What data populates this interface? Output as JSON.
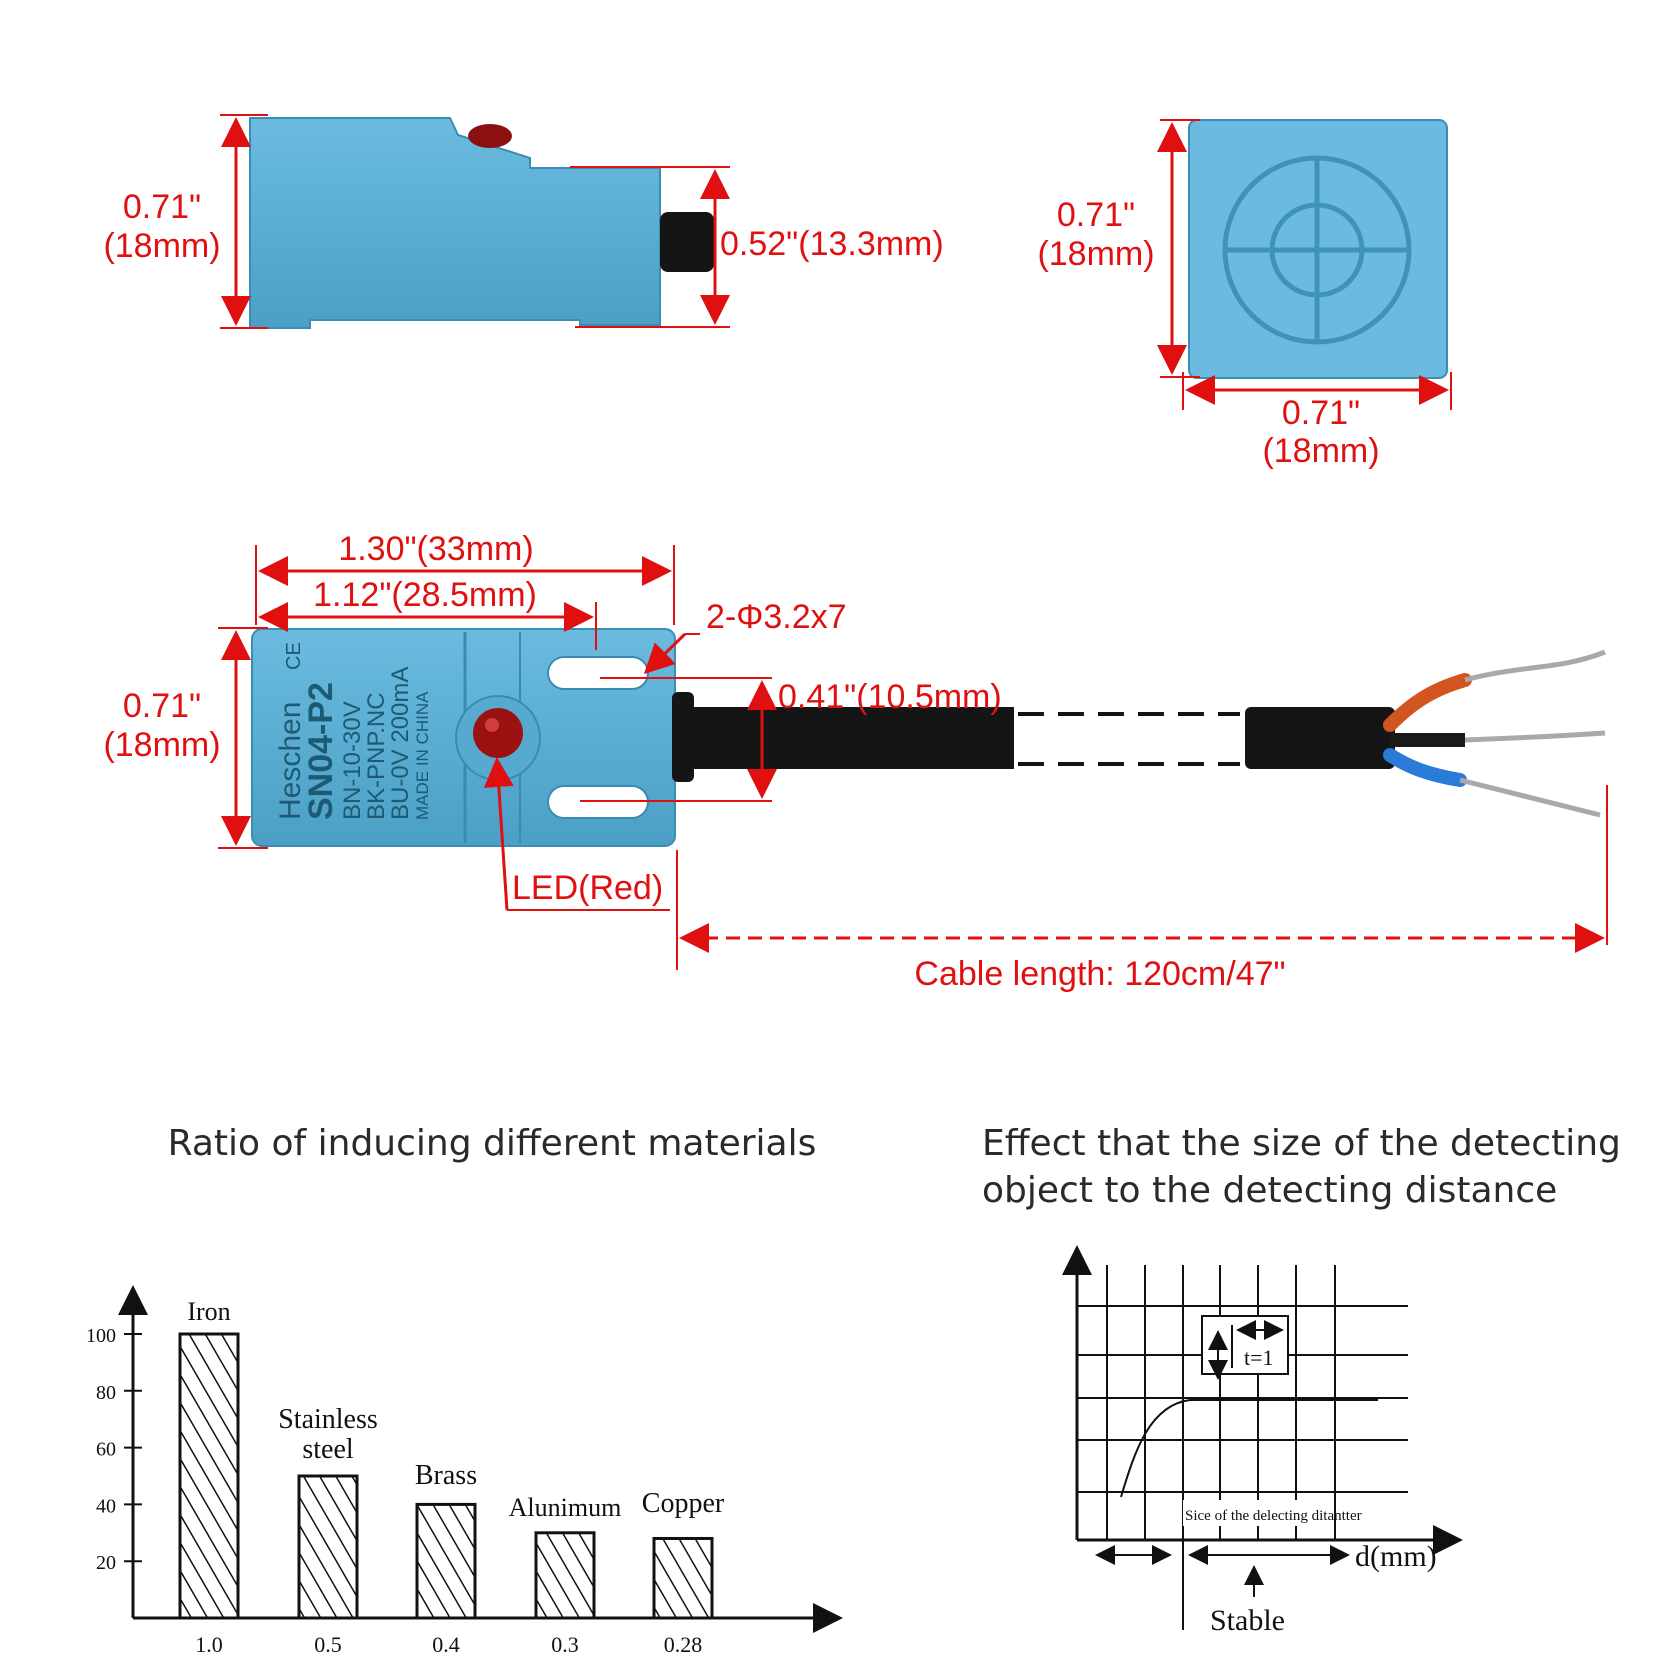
{
  "dimensions": {
    "side_height": "0.71\"",
    "side_height_mm": "(18mm)",
    "side_connector": "0.52\"(13.3mm)",
    "face_height": "0.71\"",
    "face_height_mm": "(18mm)",
    "face_width": "0.71\"",
    "face_width_mm": "(18mm)",
    "top_length": "1.30\"(33mm)",
    "top_hole_spacing": "1.12\"(28.5mm)",
    "top_height": "0.71\"",
    "top_height_mm": "(18mm)",
    "holes": "2-Φ3.2x7",
    "cable_dia": "0.41\"(10.5mm)",
    "led": "LED(Red)",
    "cable_length": "Cable length: 120cm/47\""
  },
  "sensor_label": {
    "brand": "Heschen",
    "ce": "CE",
    "model": "SN04-P2",
    "line1": "BN-10-30V",
    "line2": "BK-PNP.NC",
    "line3": "BU-0V   200mA",
    "line4": "MADE IN CHINA"
  },
  "colors": {
    "accent": "#e01010",
    "sensor_body": "#5aaed3",
    "cable": "#111111"
  },
  "chart_left": {
    "title": "Ratio of inducing different materials",
    "yticks": [
      "100",
      "80",
      "60",
      "40",
      "20"
    ],
    "bar_labels": [
      "Iron",
      "Stainless",
      "steel",
      "Brass",
      "Alunimum",
      "Copper"
    ],
    "ratio_labels": [
      "1.0",
      "0.5",
      "0.4",
      "0.3",
      "0.28"
    ]
  },
  "chart_right": {
    "title_line1": "Effect that the size of the detecting",
    "title_line2": "object to the detecting distance",
    "box_label": "t=1",
    "curve_label": "Sice of the delecting ditantter",
    "xlabel": "d(mm)",
    "stable": "Stable"
  },
  "chart_data": {
    "type": "bar",
    "categories": [
      "Iron",
      "Stainless steel",
      "Brass",
      "Alunimum",
      "Copper"
    ],
    "values": [
      100,
      50,
      40,
      30,
      28
    ],
    "ratio_labels": [
      "1.0",
      "0.5",
      "0.4",
      "0.3",
      "0.28"
    ],
    "title": "Ratio of inducing different materials",
    "ylim": [
      0,
      110
    ],
    "yticks": [
      20,
      40,
      60,
      80,
      100
    ]
  }
}
